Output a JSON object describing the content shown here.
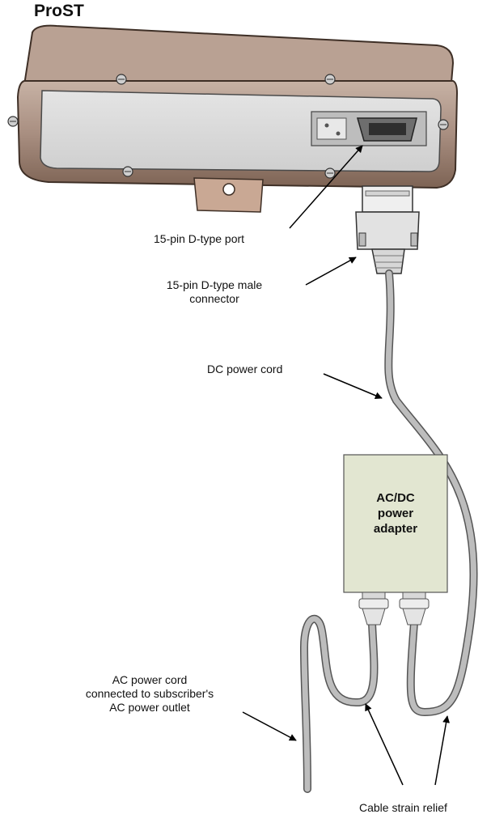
{
  "title": "ProST",
  "adapter_label": [
    "AC/DC",
    "power",
    "adapter"
  ],
  "callouts": {
    "port": "15-pin D-type port",
    "male_connector": [
      "15-pin D-type male",
      "connector"
    ],
    "dc_cord": "DC power cord",
    "ac_cord": [
      "AC power cord",
      "connected to subscriber's",
      "AC power outlet"
    ],
    "strain_relief": "Cable strain relief"
  },
  "colors": {
    "enclosure": "#a88e80",
    "enclosure_dark": "#6d5546",
    "panel": "#dcdcdc",
    "cable": "#bdbdbd",
    "adapter_fill": "#e2e6d1",
    "gland": "#e6e6e6",
    "arrow": "#000000"
  }
}
